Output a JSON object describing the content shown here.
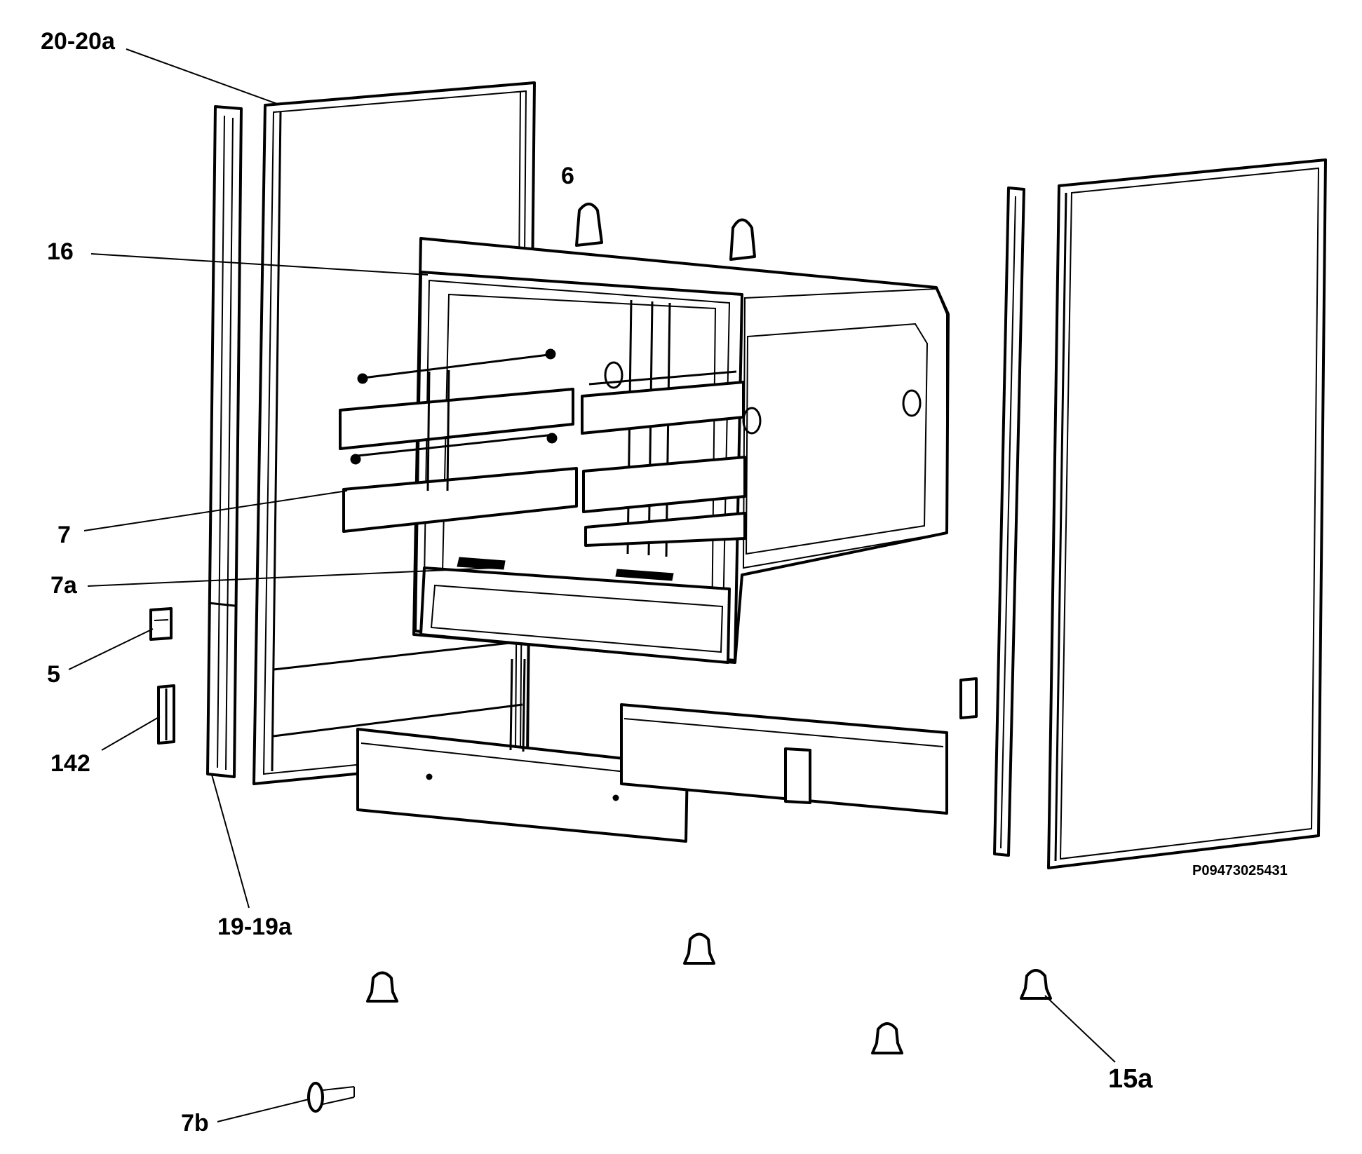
{
  "labels": {
    "p20": "20-20a",
    "p6": "6",
    "p16": "16",
    "p7": "7",
    "p7a": "7a",
    "p5": "5",
    "p142": "142",
    "p19": "19-19a",
    "p15a": "15a",
    "p7b": "7b",
    "code": "P09473025431"
  },
  "colors": {
    "line": "#000000",
    "background": "#ffffff"
  }
}
